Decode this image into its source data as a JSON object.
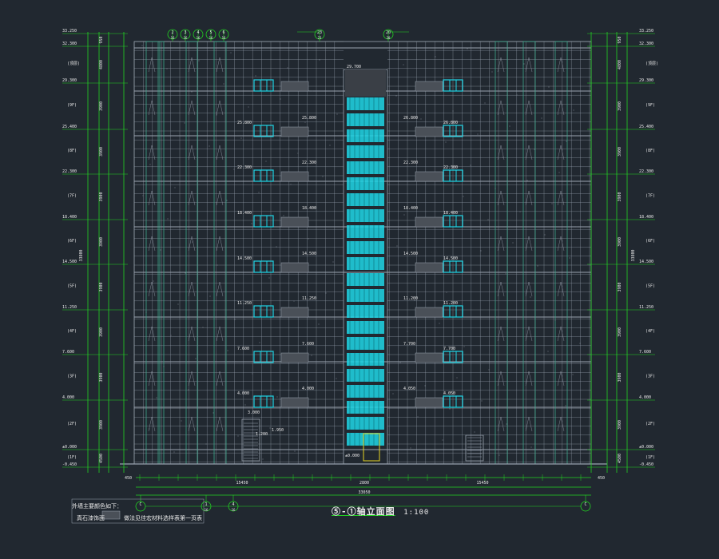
{
  "drawing": {
    "title": "⑤-①轴立面图",
    "scale": "1:100",
    "note_label": "外墙主要颜色如下：",
    "note_item_1": "真石漆饰面",
    "note_item_2": "做法见佳宏材料选样表第一页表"
  },
  "level_labels": [
    "33.250",
    "32.300",
    "29.300",
    "25.400",
    "22.300",
    "18.400",
    "14.500",
    "11.250",
    "7.600",
    "4.000",
    "±0.000",
    "-0.450"
  ],
  "floor_markers": [
    "(顶层)",
    "(9F)",
    "(8F)",
    "(7F)",
    "(6F)",
    "(5F)",
    "(4F)",
    "(3F)",
    "(2F)",
    "(1F)"
  ],
  "left_dims": [
    "950",
    "4800",
    "3900",
    "3900",
    "3900",
    "3900",
    "3900",
    "3900",
    "3900",
    "3900",
    "4500",
    "450"
  ],
  "total_height": "33800",
  "axis_top": [
    "2",
    "3",
    "4",
    "5",
    "6",
    "23",
    "20"
  ],
  "axis_top_sub": [
    "16",
    "16",
    "16",
    "16",
    "16",
    "23",
    "20"
  ],
  "axis_bottom": [
    "C",
    "1",
    "4",
    "C"
  ],
  "axis_bottom_sub": [
    "",
    "16",
    "16",
    ""
  ],
  "bottom_dims_row1": [
    "15450",
    "2800",
    "15450"
  ],
  "bottom_total": "33050",
  "bottom_edge_dims": [
    "450",
    "450"
  ],
  "window_labels_left": [
    "25.800",
    "22.300",
    "18.400",
    "14.500",
    "11.250",
    "7.600",
    "4.000"
  ],
  "window_labels_right": [
    "26.800",
    "22.300",
    "18.400",
    "14.500",
    "11.200",
    "7.700",
    "4.050"
  ],
  "core_top_label": "29.700",
  "entry_labels": [
    "3.000",
    "1.950",
    "1.200",
    "±0.000"
  ],
  "colors": {
    "background": "#212830",
    "grid": "#9aa3b0",
    "dimension": "#22d422",
    "glass": "#1fd6e6",
    "text": "#e8e8e8",
    "column": "#3fa88d"
  }
}
